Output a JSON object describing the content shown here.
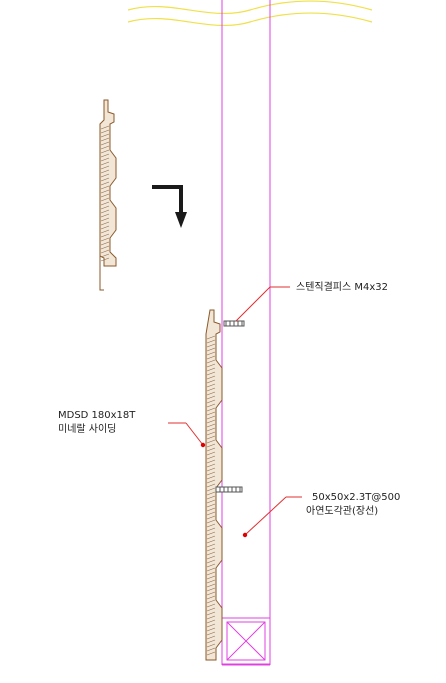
{
  "labels": {
    "screw": "스텐직결피스 M4x32",
    "siding_line1": "MDSD 180x18T",
    "siding_line2": "미네랄 사이딩",
    "pipe_line1": "50x50x2.3T@500",
    "pipe_line2": "아연도각관(장선)"
  },
  "icons": {
    "step_arrow": "bent-down-arrow-icon",
    "break_line": "wavy-break-line",
    "leader_dot": "leader-dot"
  },
  "colors": {
    "stud": "#e040e0",
    "siding_fill": "#f2e6d6",
    "siding_line": "#8a5a2a",
    "hatch": "#8a6a4a",
    "break_line": "#f0e04a",
    "leader": "#e03030",
    "leader_dot": "#e00000",
    "arrow": "#1a1a1a",
    "screw": "#555555"
  }
}
